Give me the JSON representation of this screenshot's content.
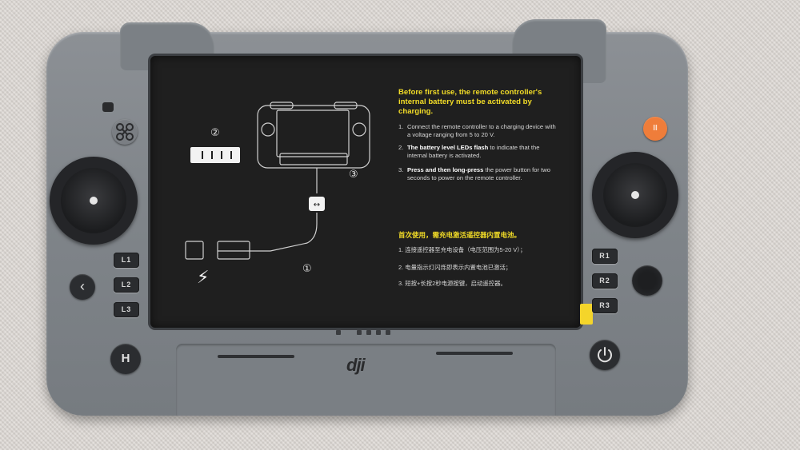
{
  "screen": {
    "english": {
      "title": "Before first use, the remote controller's internal battery must be activated by charging.",
      "steps": [
        {
          "num": "1.",
          "text": "Connect the remote controller to a charging device with a voltage ranging from 5 to 20 V."
        },
        {
          "num": "2.",
          "bold": "The battery level LEDs flash",
          "text": " to indicate that the internal battery is activated."
        },
        {
          "num": "3.",
          "bold": "Press and then long-press",
          "text": " the power button for two seconds to power on the remote controller."
        }
      ]
    },
    "chinese": {
      "title": "首次使用，需充电激活遥控器内置电池。",
      "steps": [
        {
          "num": "1.",
          "text": "连接遥控器至充电设备（电压范围为5-20 V）；"
        },
        {
          "num": "2.",
          "text": "电量指示灯闪烁即表示内置电池已激活；"
        },
        {
          "num": "3.",
          "text": "短按+长按2秒电源按键，启动遥控器。"
        }
      ]
    },
    "callouts": {
      "c1": "①",
      "c2": "②",
      "c3": "③"
    }
  },
  "buttons": {
    "l1": "L1",
    "l2": "L2",
    "l3": "L3",
    "r1": "R1",
    "r2": "R2",
    "r3": "R3",
    "home": "H",
    "pause": "II"
  },
  "brand": "dji",
  "colors": {
    "accent_yellow": "#f2dc27",
    "pause_orange": "#ef7d3a",
    "body_grey": "#80858a"
  }
}
